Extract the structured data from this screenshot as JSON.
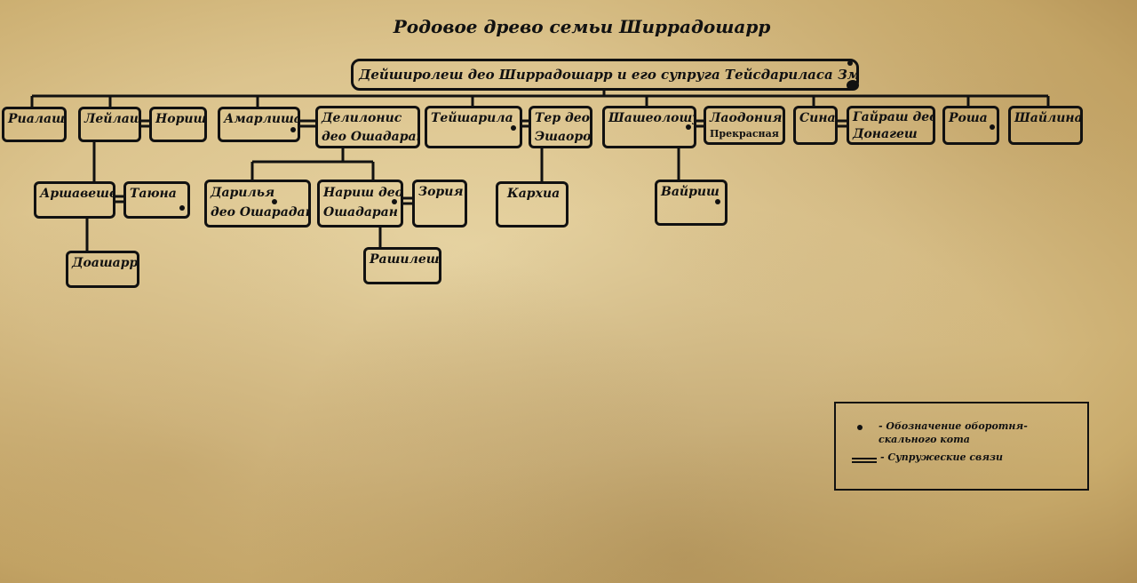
{
  "title": "Родовое древо семьи Ширрадошарр",
  "colors": {
    "paper": "#dcc48e",
    "ink": "#111111"
  },
  "root": "Дейширолеш део Ширрадошарр и его супруга Тейсдарилаcа Змеиная",
  "people": {
    "rialash": "Риалаш",
    "leilash": "Лейлаш",
    "norish": "Нориш",
    "amarlisha": "Амарлиша",
    "delilonis_1": "Делилонис",
    "delilonis_2": "део Ошадаран",
    "teisharila": "Тейшарила",
    "ter_1": "Тер део",
    "ter_2": "Эшаоро",
    "shasheoloshu": "Шашеолошу",
    "laodoniya": "Лаодония",
    "laodoniya_epithet": "Прекрасная",
    "sina": "Сина",
    "gairash_1": "Гайраш део",
    "gairash_2": "Донагеш",
    "rosha": "Роша",
    "shailina": "Шайлина",
    "arshaveshe": "Аршавеше",
    "tayuna": "Таюна",
    "darilya_1": "Дарилья",
    "darilya_2": "део Ошарадан",
    "narish_1": "Нариш део",
    "narish_2": "Ошадаран",
    "zoriya": "Зория",
    "karhia": "Кархиа",
    "vairish": "Вайриш",
    "doasharr": "Доашарр",
    "rashilesh": "Рашилеш"
  },
  "legend": {
    "marker_text": "- Обозначение оборотня-скального кота",
    "marriage_text": "- Супружеские связи"
  }
}
